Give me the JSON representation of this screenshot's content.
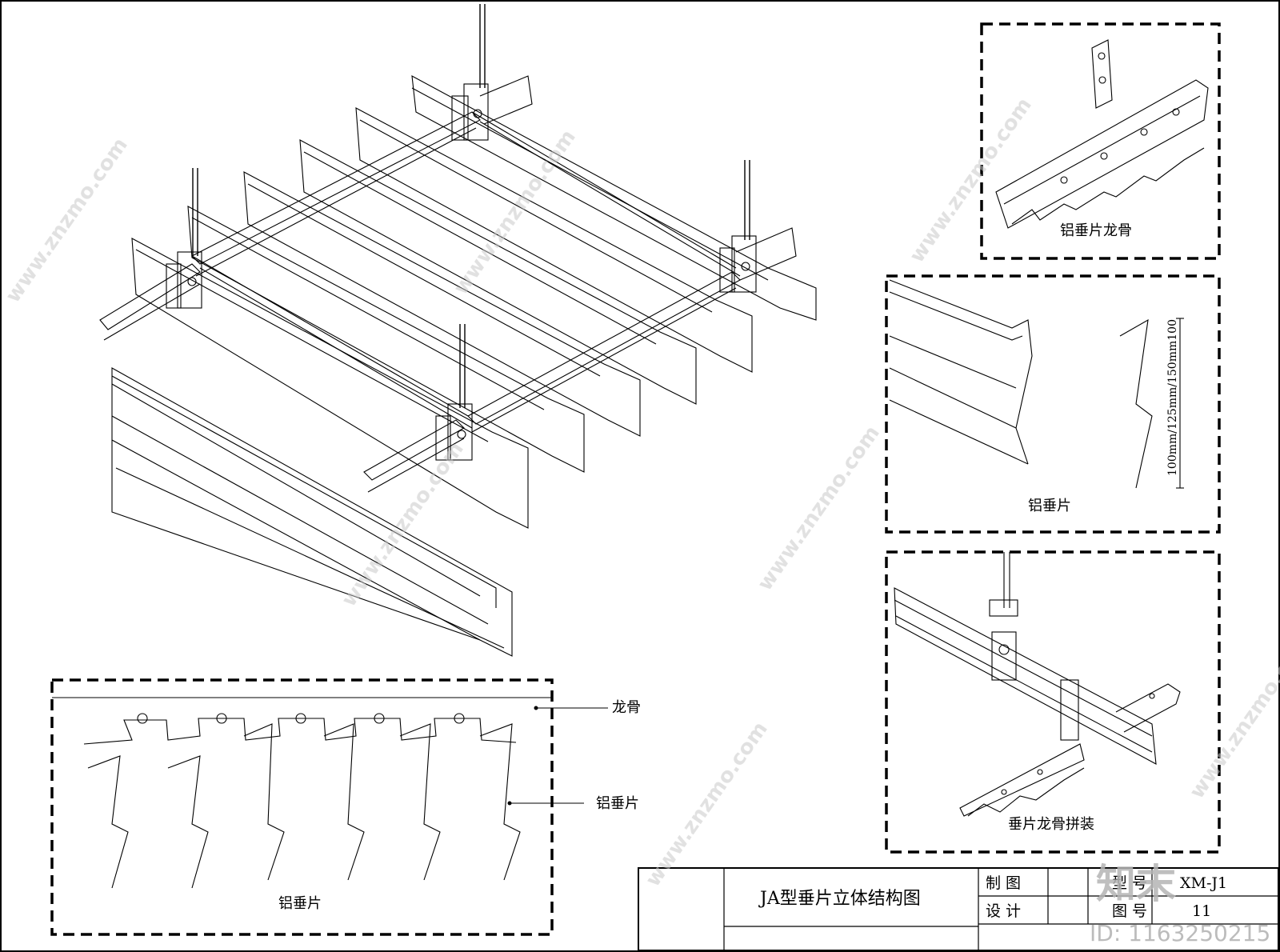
{
  "labels": {
    "detail1_caption": "铝垂片龙骨",
    "detail2_caption": "铝垂片",
    "detail2_dimension": "100mm/125mm/150mm100",
    "detail3_caption": "垂片龙骨拼装",
    "section_keel": "龙骨",
    "section_blade": "铝垂片",
    "section_caption": "铝垂片"
  },
  "title_block": {
    "title": "JA型垂片立体结构图",
    "drawn_label": "制 图",
    "design_label": "设 计",
    "model_label": "型 号",
    "model_value": "XM-J1",
    "drawing_no_label": "图 号",
    "drawing_no_value": "11"
  },
  "watermark": {
    "brand": "知末",
    "site": "www.znzmo.com",
    "id": "ID: 1163250215"
  },
  "colors": {
    "line": "#000000",
    "watermark": "#cfcfcf"
  }
}
